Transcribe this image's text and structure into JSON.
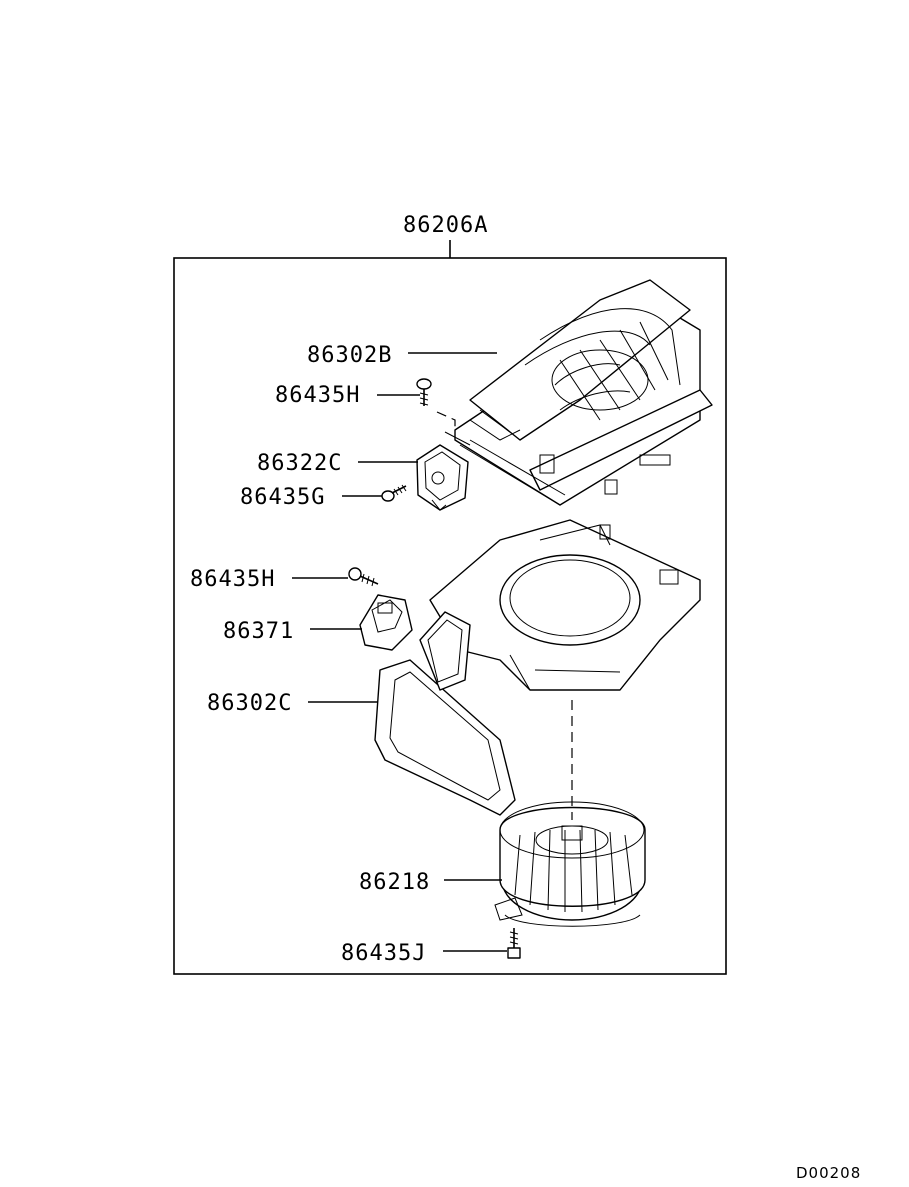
{
  "assembly": {
    "part_number": "86206A"
  },
  "callouts": [
    {
      "id": "blower-case-upper",
      "part_number": "86302B"
    },
    {
      "id": "screw-upper",
      "part_number": "86435H"
    },
    {
      "id": "actuator",
      "part_number": "86322C"
    },
    {
      "id": "screw-actuator",
      "part_number": "86435G"
    },
    {
      "id": "screw-middle",
      "part_number": "86435H"
    },
    {
      "id": "resistor",
      "part_number": "86371"
    },
    {
      "id": "blower-case-lower",
      "part_number": "86302C"
    },
    {
      "id": "blower-fan-motor",
      "part_number": "86218"
    },
    {
      "id": "screw-motor",
      "part_number": "86435J"
    }
  ],
  "drawing_code": "D00208",
  "colors": {
    "line": "#000000",
    "background": "#ffffff"
  }
}
